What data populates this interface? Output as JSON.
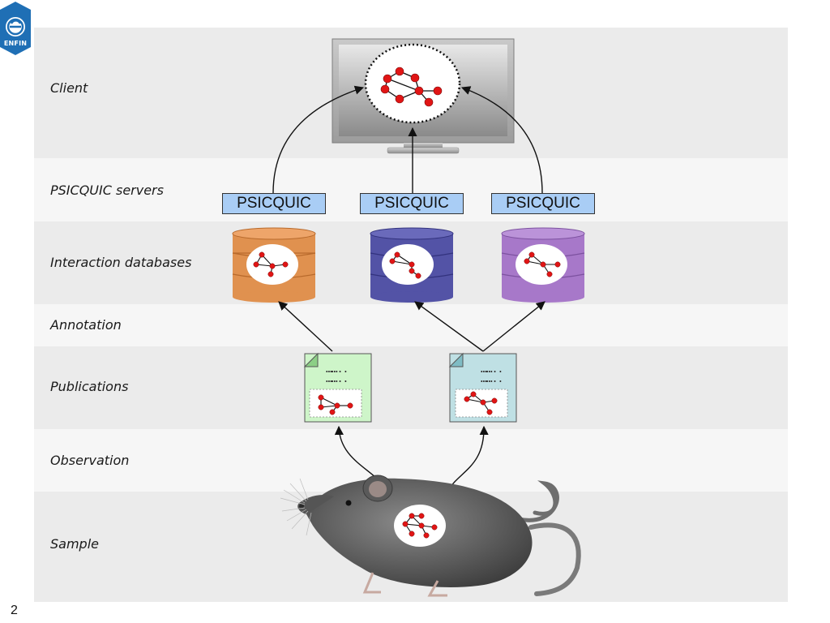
{
  "logo": {
    "text": "ENFIN",
    "icon": "enfin-logo-icon"
  },
  "page_number": "2",
  "layers": [
    {
      "name": "client",
      "label": "Client"
    },
    {
      "name": "psicquic-servers",
      "label": "PSICQUIC servers"
    },
    {
      "name": "interaction-databases",
      "label": "Interaction databases"
    },
    {
      "name": "annotation",
      "label": "Annotation"
    },
    {
      "name": "publications",
      "label": "Publications"
    },
    {
      "name": "observation",
      "label": "Observation"
    },
    {
      "name": "sample",
      "label": "Sample"
    }
  ],
  "servers": [
    {
      "label": "PSICQUIC"
    },
    {
      "label": "PSICQUIC"
    },
    {
      "label": "PSICQUIC"
    }
  ],
  "databases": [
    {
      "color": "#e0914f"
    },
    {
      "color": "#5353a6"
    },
    {
      "color": "#a778c9"
    }
  ],
  "publications": [
    {
      "color": "#cef5c9",
      "dots": [
        "……..",
        "……..",
        "……..."
      ]
    },
    {
      "color": "#bfe0e4",
      "dots": [
        "……..",
        "……..",
        "……..."
      ]
    }
  ],
  "colors": {
    "node": "#e11515",
    "arrow": "#111111"
  }
}
